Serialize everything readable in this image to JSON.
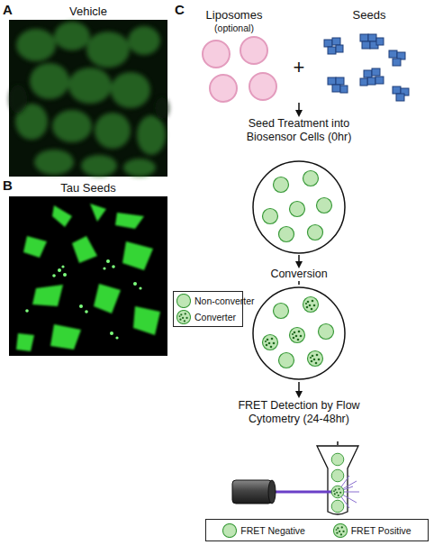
{
  "diagram": {
    "nodes": [
      {
        "text": [
          "Vehicle"
        ]
      },
      {
        "text": [
          "Tau Seeds"
        ]
      }
    ],
    "labels": [
      "A",
      "B",
      "C",
      "Liposomes",
      "(optional)",
      "Seeds",
      "+",
      "Seed Treatment into Biosensor Cells (0hr)",
      "Conversion",
      "FRET Detection by Flow Cytometry (24-48hr)"
    ],
    "legend": [
      {
        "text": "Non-converter"
      },
      {
        "text": "Converter"
      },
      {
        "text": "FRET Negative"
      },
      {
        "text": "FRET Positive"
      }
    ]
  }
}
